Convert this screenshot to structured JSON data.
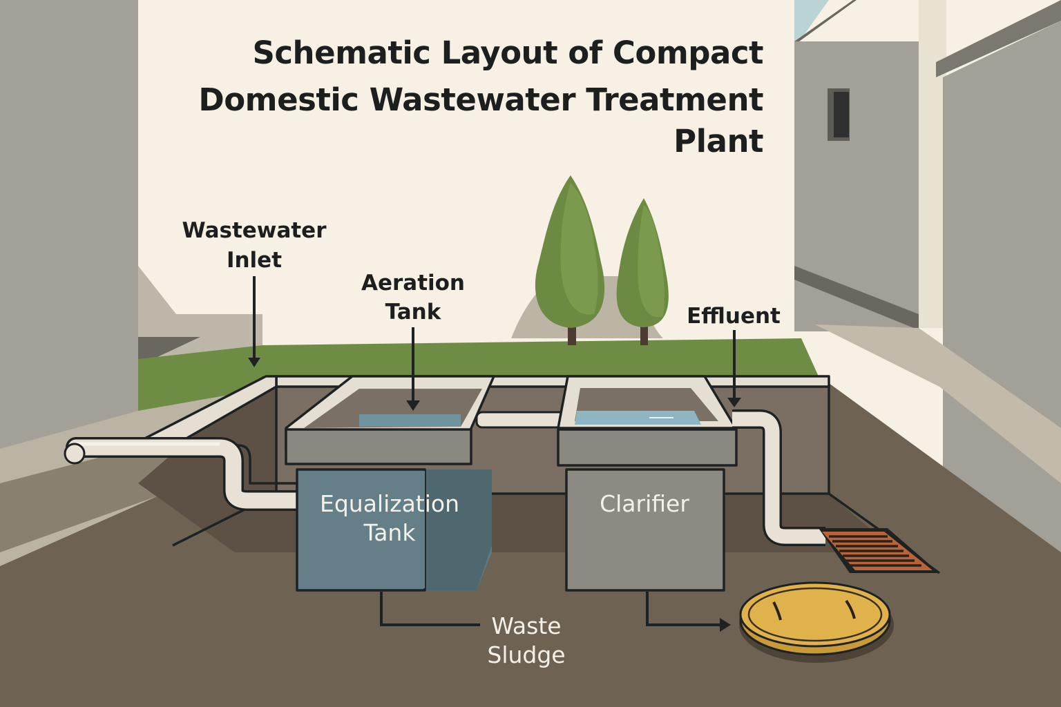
{
  "title": {
    "lines": [
      "Schematic Layout of Compact",
      "Domestic Wastewater Treatment",
      "Plant"
    ]
  },
  "labels": {
    "wastewater_inlet": [
      "Wastewater",
      "Inlet"
    ],
    "aeration_tank": [
      "Aeration",
      "Tank"
    ],
    "effluent": [
      "Effluent"
    ],
    "equalization_tank": [
      "Equalization",
      "Tank"
    ],
    "clarifier": [
      "Clarifier"
    ],
    "waste_sludge": [
      "Waste",
      "Sludge"
    ]
  },
  "colors": {
    "background": "#f6f1e4",
    "building": "#a19e94",
    "grass": "#6f8c45",
    "ground": "#6e6253",
    "equalization_tank": "#5f7a82",
    "clarifier": "#8c8a82",
    "pipe": "#e7e2d5",
    "water": "#8fb4c2",
    "manhole": "#e0b24c",
    "grate": "#b8643a",
    "tree": "#6f8c45",
    "text": "#1d1f1f"
  }
}
